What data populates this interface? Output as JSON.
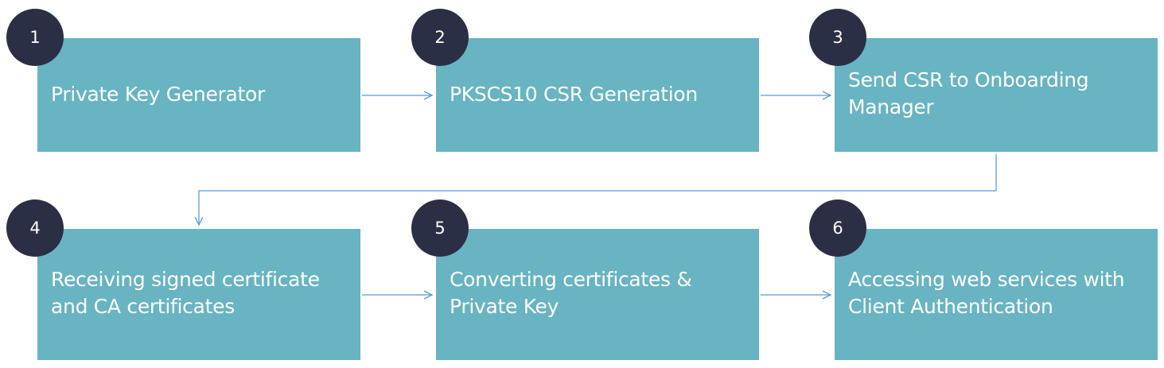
{
  "diagram": {
    "colors": {
      "box_fill": "#68B4C2",
      "badge_fill": "#2B2F45",
      "connector": "#5B9BD5",
      "text": "#FFFFFF"
    },
    "steps": [
      {
        "number": "1",
        "label": "Private Key Generator"
      },
      {
        "number": "2",
        "label": "PKSCS10 CSR Generation"
      },
      {
        "number": "3",
        "label": "Send CSR to Onboarding\nManager"
      },
      {
        "number": "4",
        "label": "Receiving signed certificate\nand CA certificates"
      },
      {
        "number": "5",
        "label": "Converting certificates &\nPrivate Key"
      },
      {
        "number": "6",
        "label": "Accessing web services with\nClient Authentication"
      }
    ],
    "edges": [
      {
        "from": "1",
        "to": "2"
      },
      {
        "from": "2",
        "to": "3"
      },
      {
        "from": "3",
        "to": "4"
      },
      {
        "from": "4",
        "to": "5"
      },
      {
        "from": "5",
        "to": "6"
      }
    ]
  }
}
